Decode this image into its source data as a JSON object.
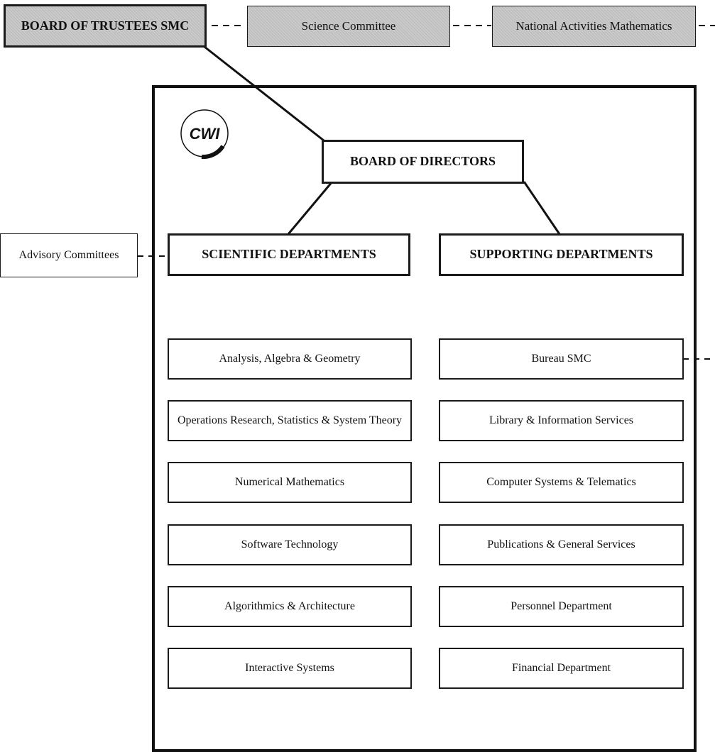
{
  "top_row": {
    "board_of_trustees": "BOARD OF TRUSTEES SMC",
    "science_committee": "Science Committee",
    "national_activities": "National Activities Mathematics"
  },
  "logo": {
    "text": "CWI",
    "icon": "cwi-logo"
  },
  "board_of_directors": "BOARD OF DIRECTORS",
  "advisory_committees": "Advisory Committees",
  "scientific": {
    "title": "SCIENTIFIC DEPARTMENTS",
    "items": [
      "Analysis, Algebra & Geometry",
      "Operations Research, Statistics & System Theory",
      "Numerical Mathematics",
      "Software Technology",
      "Algorithmics & Architecture",
      "Interactive Systems"
    ]
  },
  "supporting": {
    "title": "SUPPORTING DEPARTMENTS",
    "items": [
      "Bureau SMC",
      "Library & Information Services",
      "Computer Systems & Telematics",
      "Publications & General Services",
      "Personnel Department",
      "Financial Department"
    ]
  }
}
